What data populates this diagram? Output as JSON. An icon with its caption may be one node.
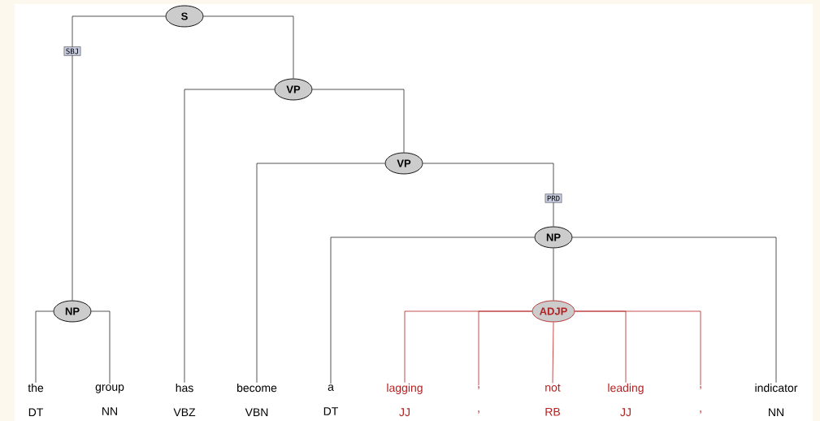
{
  "diagram": {
    "nodes": [
      {
        "text": [
          "S"
        ]
      },
      {
        "text": [
          "VP"
        ]
      },
      {
        "text": [
          "VP"
        ]
      },
      {
        "text": [
          "NP"
        ]
      },
      {
        "text": [
          "ADJP"
        ]
      },
      {
        "text": [
          "NP"
        ]
      },
      {
        "text": [
          "the",
          "DT"
        ]
      },
      {
        "text": [
          "group",
          "NN"
        ]
      },
      {
        "text": [
          "has",
          "VBZ"
        ]
      },
      {
        "text": [
          "become",
          "VBN"
        ]
      },
      {
        "text": [
          "a",
          "DT"
        ]
      },
      {
        "text": [
          "lagging",
          "JJ"
        ]
      },
      {
        "text": [
          ",",
          ","
        ]
      },
      {
        "text": [
          "not",
          "RB"
        ]
      },
      {
        "text": [
          "leading",
          "JJ"
        ]
      },
      {
        "text": [
          ",",
          ","
        ]
      },
      {
        "text": [
          "indicator",
          "NN"
        ]
      }
    ],
    "edges": [
      {
        "from": 0,
        "to": 5,
        "arrow": "none",
        "label": "SBJ"
      },
      {
        "from": 0,
        "to": 1,
        "arrow": "none"
      },
      {
        "from": 1,
        "to": 8,
        "arrow": "none"
      },
      {
        "from": 1,
        "to": 2,
        "arrow": "none"
      },
      {
        "from": 2,
        "to": 9,
        "arrow": "none"
      },
      {
        "from": 2,
        "to": 3,
        "arrow": "none",
        "label": "PRD"
      },
      {
        "from": 3,
        "to": 10,
        "arrow": "none"
      },
      {
        "from": 3,
        "to": 4,
        "arrow": "none"
      },
      {
        "from": 3,
        "to": 16,
        "arrow": "none"
      },
      {
        "from": 4,
        "to": 11,
        "arrow": "none",
        "color": "#b22222"
      },
      {
        "from": 4,
        "to": 12,
        "arrow": "none",
        "color": "#b22222"
      },
      {
        "from": 4,
        "to": 13,
        "arrow": "none",
        "color": "#b22222"
      },
      {
        "from": 4,
        "to": 14,
        "arrow": "none",
        "color": "#b22222"
      },
      {
        "from": 4,
        "to": 15,
        "arrow": "none",
        "color": "#b22222"
      },
      {
        "from": 5,
        "to": 6,
        "arrow": "none"
      },
      {
        "from": 5,
        "to": 7,
        "arrow": "none"
      }
    ]
  }
}
